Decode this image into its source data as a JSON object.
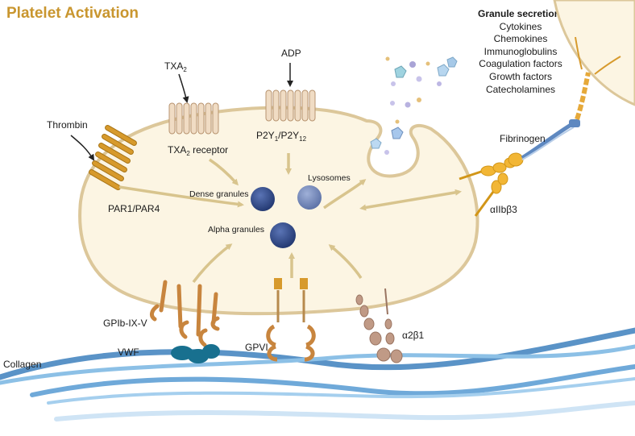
{
  "title": "Platelet Activation",
  "granule_secretion": {
    "heading": "Granule secretion:",
    "items": [
      "Cytokines",
      "Chemokines",
      "Immunoglobulins",
      "Coagulation factors",
      "Growth factors",
      "Catecholamines"
    ]
  },
  "labels": {
    "thrombin": "Thrombin",
    "txa2_main": "TXA",
    "txa2_sub": "2",
    "adp": "ADP",
    "txa2_receptor_a": "TXA",
    "txa2_receptor_sub": "2",
    "txa2_receptor_b": " receptor",
    "p2y_a": "P2Y",
    "p2y_sub1": "1",
    "p2y_mid": "/P2Y",
    "p2y_sub2": "12",
    "par": "PAR1/PAR4",
    "dense": "Dense granules",
    "lysosomes": "Lysosomes",
    "alpha": "Alpha granules",
    "fibrinogen": "Fibrinogen",
    "aiib": "αIIbβ3",
    "gpib": "GPIb-IX-V",
    "vwf": "VWF",
    "gpvi": "GPVI",
    "a2b1": "α2β1",
    "collagen": "Collagen"
  },
  "colors": {
    "title": "#c9962f",
    "cytoplasm": "#fcf5e3",
    "membrane": "#dcc79a",
    "arrow": "#d8c48d",
    "granule": "#2f4a8a",
    "lysosome": "#6e83b8",
    "collagen": "#6fa9d9",
    "receptor_gold": "#d79a2c",
    "receptor_tan": "#e3c8a8",
    "vwf": "#18708f",
    "integrin": "#c09a86"
  }
}
